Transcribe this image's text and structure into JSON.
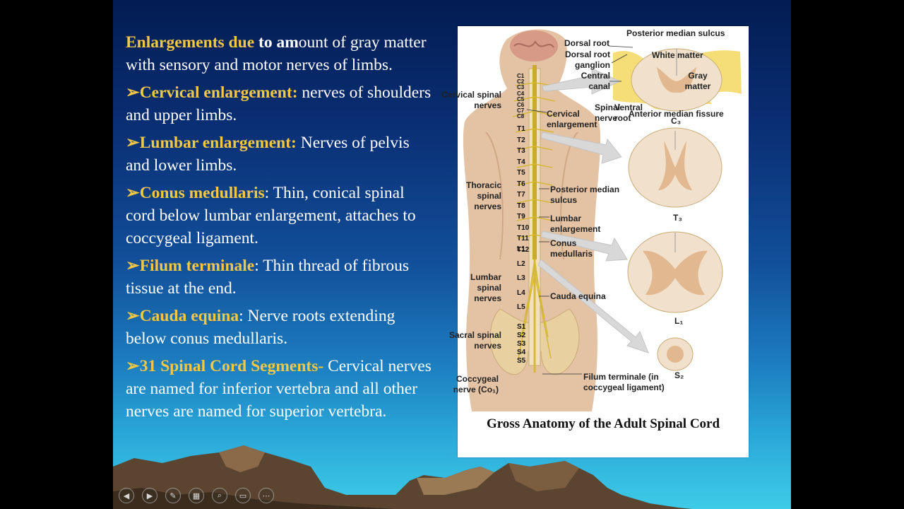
{
  "slide": {
    "paragraphs": [
      {
        "bullet": "",
        "heading": "Enlargements due",
        "heading2": " to am",
        "body": "ount of gray matter with sensory and motor nerves of limbs."
      },
      {
        "bullet": "➢",
        "heading": "Cervical enlargement:",
        "body": " nerves of shoulders and upper limbs."
      },
      {
        "bullet": "➢",
        "heading": "Lumbar enlargement:",
        "body": " Nerves of pelvis and lower limbs."
      },
      {
        "bullet": "➢",
        "heading": "Conus medullaris",
        "body": ": Thin, conical spinal cord below lumbar enlargement, attaches to coccygeal ligament."
      },
      {
        "bullet": "➢",
        "heading": "Filum terminale",
        "body": ": Thin thread of fibrous tissue at the end."
      },
      {
        "bullet": "➢",
        "heading": "Cauda equina",
        "body": ": Nerve roots extending below conus medullaris."
      },
      {
        "bullet": "➢",
        "heading": "31 Spinal Cord Segments-",
        "body": " Cervical nerves are named for inferior vertebra and all other nerves are named for superior vertebra."
      }
    ]
  },
  "figure": {
    "caption": "Gross Anatomy of the Adult Spinal Cord",
    "labels": {
      "posterior_median_sulcus_top": "Posterior median sulcus",
      "dorsal_root": "Dorsal root",
      "dorsal_root_ganglion": "Dorsal root ganglion",
      "white_matter": "White matter",
      "central_canal": "Central canal",
      "gray_matter": "Gray matter",
      "spinal_nerve": "Spinal nerve",
      "ventral_root": "Ventral root",
      "anterior_median_fissure": "Anterior median fissure",
      "cervical_spinal_nerves": "Cervical spinal nerves",
      "cervical_enlargement": "Cervical enlargement",
      "thoracic_spinal_nerves": "Thoracic spinal nerves",
      "posterior_median_sulcus": "Posterior median sulcus",
      "lumbar_enlargement": "Lumbar enlargement",
      "conus_medullaris": "Conus medullaris",
      "lumbar_spinal_nerves": "Lumbar spinal nerves",
      "cauda_equina": "Cauda equina",
      "sacral_spinal_nerves": "Sacral spinal nerves",
      "coccygeal_nerve": "Coccygeal nerve (Co₁)",
      "filum_terminale": "Filum terminale (in coccygeal ligament)"
    },
    "section_labels": {
      "c3": "C₃",
      "t3": "T₃",
      "l1": "L₁",
      "s2": "S₂"
    },
    "vertebra_labels": {
      "cervical": [
        "C1",
        "C2",
        "C3",
        "C4",
        "C5",
        "C6",
        "C7",
        "C8"
      ],
      "thoracic": [
        "T1",
        "T2",
        "T3",
        "T4",
        "T5",
        "T6",
        "T7",
        "T8",
        "T9",
        "T10",
        "T11",
        "T12"
      ],
      "lumbar": [
        "L1",
        "L2",
        "L3",
        "L4",
        "L5"
      ],
      "sacral": [
        "S1",
        "S2",
        "S3",
        "S4",
        "S5"
      ]
    }
  },
  "toolbar": {
    "icons": [
      "previous-icon",
      "next-icon",
      "pen-icon",
      "slides-icon",
      "zoom-icon",
      "subtitles-icon",
      "more-icon"
    ]
  },
  "colors": {
    "heading": "#f2c744",
    "body": "#ffffff"
  }
}
